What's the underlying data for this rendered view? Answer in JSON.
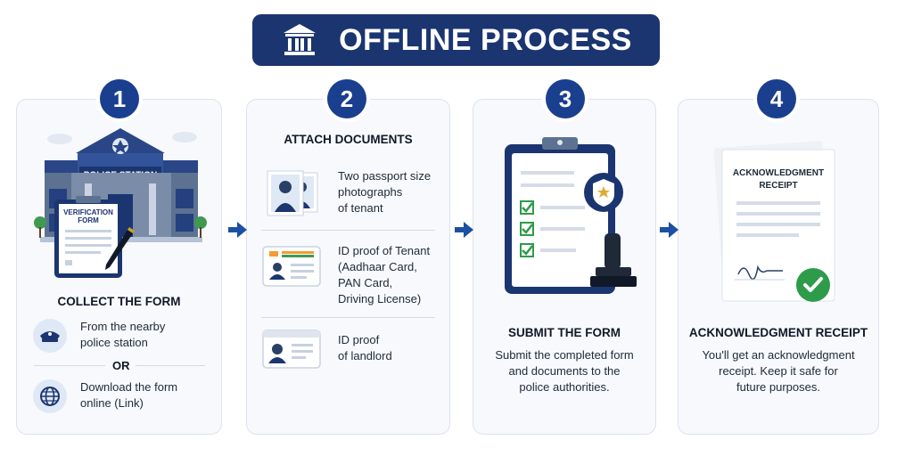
{
  "title": "OFFLINE PROCESS",
  "steps": [
    {
      "number": "1",
      "heading": "COLLECT THE FORM",
      "station_sign": "POLICE STATION",
      "form_label_1": "VERIFICATION",
      "form_label_2": "FORM",
      "options": [
        {
          "text_line1": "From the nearby",
          "text_line2": "police station",
          "icon": "police-cap-icon"
        },
        {
          "text_line1": "Download the form",
          "text_line2": "online (Link)",
          "icon": "globe-icon"
        }
      ],
      "or_label": "OR"
    },
    {
      "number": "2",
      "heading": "ATTACH DOCUMENTS",
      "items": [
        {
          "lines": [
            "Two passport size",
            "photographs",
            "of tenant"
          ],
          "icon": "passport-photos-icon"
        },
        {
          "lines": [
            "ID proof of Tenant",
            "(Aadhaar Card,",
            "PAN Card,",
            "Driving License)"
          ],
          "icon": "id-card-icon"
        },
        {
          "lines": [
            "ID proof",
            "of landlord"
          ],
          "icon": "landlord-id-icon"
        }
      ]
    },
    {
      "number": "3",
      "heading": "SUBMIT THE FORM",
      "description_lines": [
        "Submit the completed form",
        "and documents to the",
        "police authorities."
      ]
    },
    {
      "number": "4",
      "heading": "ACKNOWLEDGMENT RECEIPT",
      "receipt_title_1": "ACKNOWLEDGMENT",
      "receipt_title_2": "RECEIPT",
      "description_lines": [
        "You'll get an acknowledgment",
        "receipt. Keep it safe for",
        "future purposes."
      ]
    }
  ],
  "colors": {
    "navy": "#1b3570",
    "badge": "#1b3f8f",
    "arrow": "#1d4fa3",
    "check": "#2e9b4a",
    "card_bg": "#f7f9fc"
  }
}
